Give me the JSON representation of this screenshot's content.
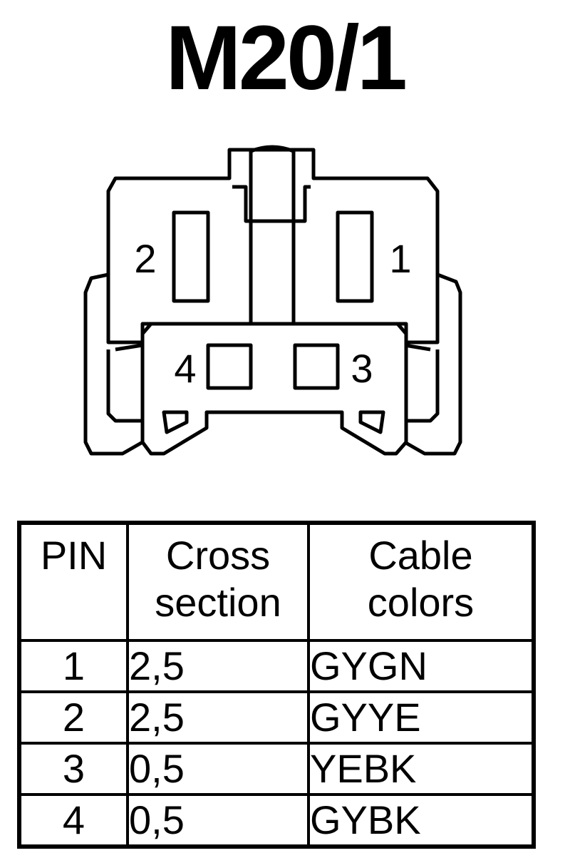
{
  "title": "M20/1",
  "connector": {
    "pins": [
      {
        "id": "pin-2",
        "label": "2"
      },
      {
        "id": "pin-1",
        "label": "1"
      },
      {
        "id": "pin-4",
        "label": "4"
      },
      {
        "id": "pin-3",
        "label": "3"
      }
    ]
  },
  "table": {
    "headers": [
      [
        "PIN"
      ],
      [
        "Cross",
        "section"
      ],
      [
        "Cable",
        "colors"
      ]
    ],
    "rows": [
      {
        "pin": "1",
        "cross_section": "2,5",
        "color": "GYGN"
      },
      {
        "pin": "2",
        "cross_section": "2,5",
        "color": "GYYE"
      },
      {
        "pin": "3",
        "cross_section": "0,5",
        "color": "YEBK"
      },
      {
        "pin": "4",
        "cross_section": "0,5",
        "color": "GYBK"
      }
    ]
  }
}
